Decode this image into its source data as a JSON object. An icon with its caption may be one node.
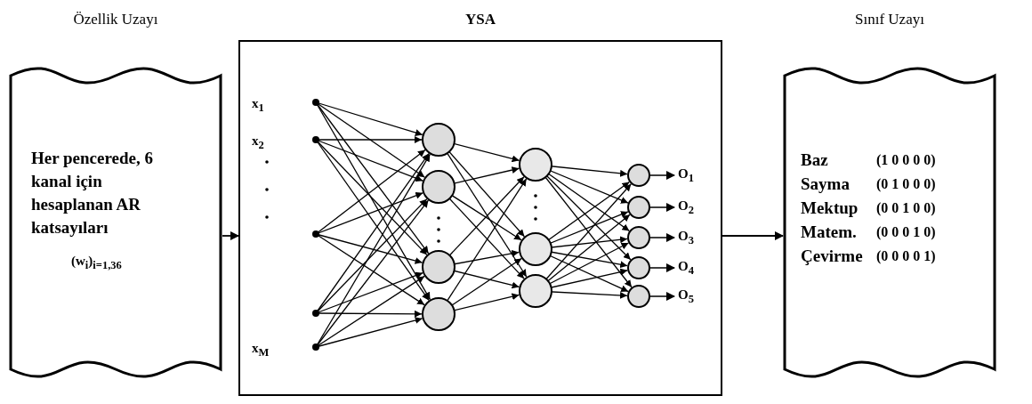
{
  "diagram": {
    "nodes": [
      {
        "text": [
          "Özellik Uzayı",
          "Her pencerede, 6 kanal için hesaplanan AR katsayıları",
          "(w$_{i}$)$_{i=1,36}$"
        ]
      },
      {
        "text": [
          "YSA"
        ]
      },
      {
        "text": [
          "Sınıf Uzayı",
          "Baz",
          "(1 0 0 0 0)",
          "Sayma",
          "(0 1 0 0 0)",
          "Mektup",
          "(0 0 1 0 0)",
          "Matem.",
          "(0 0 0 1 0)",
          "Çevirme",
          "(0 0 0 0 1)"
        ]
      }
    ],
    "edges": [
      {
        "from": 0,
        "to": 1,
        "arrow": "to"
      },
      {
        "from": 1,
        "to": 2,
        "arrow": "to"
      }
    ],
    "labels": [
      "x$_{1}$",
      "x$_{2}$",
      "x$_{M}$",
      "O$_{1}$",
      "O$_{2}$",
      "O$_{3}$",
      "O$_{4}$",
      "O$_{5}$"
    ]
  }
}
